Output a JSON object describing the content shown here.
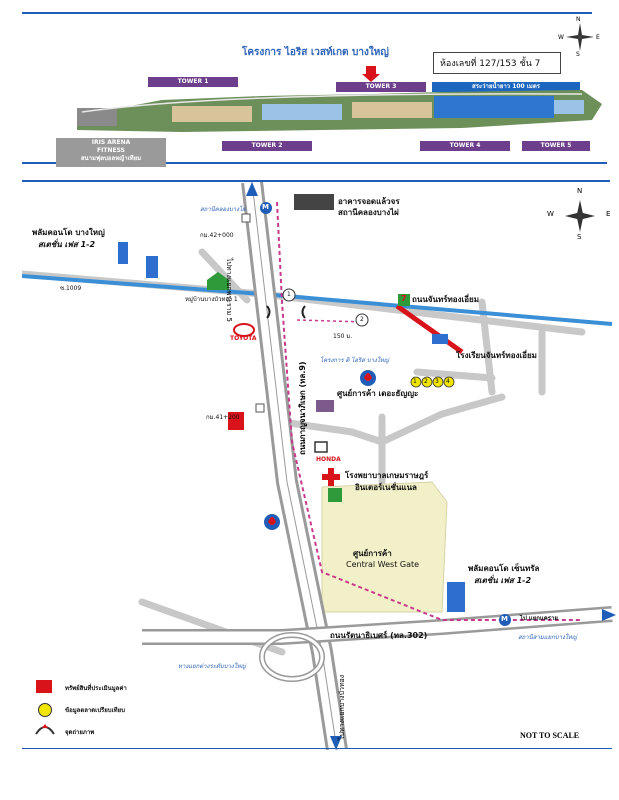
{
  "site_plan": {
    "title": "โครงการ ไอริส เวสท์เกต บางใหญ่",
    "unit_label": "ห้องเลขที่ 127/153 ชั้น 7",
    "towers": {
      "t1": "TOWER 1",
      "t2": "TOWER 2",
      "t3": "TOWER 3",
      "t4": "TOWER 4",
      "t5": "TOWER 5"
    },
    "arena": "IRIS ARENA",
    "fitness": "FITNESS",
    "playground": "สนามฟุตบอลหญ้าเทียม",
    "pool_label": "สระว่ายน้ำยาว 100 เมตร"
  },
  "compass": {
    "n": "N",
    "s": "S",
    "e": "E",
    "w": "W"
  },
  "map": {
    "road_left": "ถนนกาญจนาภิเษก (ทล.9)",
    "road_top_vertical": "ไปทางแยกพระราม 5",
    "road_bottom_vertical": "ไปทางแยกบางบัวทอง",
    "road_bottom": "ถนนรัตนาธิเบศร์ (ทล.302)",
    "road_right_arrow": "ไป แยกแคราย",
    "road_left_gate": "ทางแยกต่างระดับบางใหญ่",
    "road_chan": "ถนนจันทร์ทองเอี่ยม",
    "soi_left": "ซ.1009",
    "station_top": "สถานีคลองบางไผ่",
    "station_bottom": "สถานีสามแยกบางใหญ่",
    "depot_line1": "อาคารจอดแล้วจร",
    "depot_line2": "สถานีคลองบางไผ่",
    "km42": "กม.42+000",
    "km41": "กม.41+200",
    "village": "หมู่บ้านบางบัวทอง 1",
    "toyota": "TOYOTA",
    "honda": "HONDA",
    "distance": "150 ม.",
    "project_label": "โครงการ ดิ ไอริส บางใหญ่",
    "school": "โรงเรียนจันทร์ทองเอี่ยม",
    "market": "ศูนย์การค้า เดอะธัญญะ",
    "hospital_line1": "โรงพยาบาลเกษมราษฎร์",
    "hospital_line2": "อินเตอร์เนชั่นแนล",
    "central_line1": "ศูนย์การค้า",
    "central_line2": "Central West Gate",
    "plum_left_line1": "พลัมคอนโด บางใหญ่",
    "plum_left_line2": "สเตชั่น เฟส 1-2",
    "plum_right_line1": "พลัมคอนโด เซ็นทรัล",
    "plum_right_line2": "สเตชั่น เฟส 1-2",
    "circle1": "1",
    "circle2": "2",
    "circle3": "3",
    "circle4": "4",
    "route_circle1": "1",
    "route_circle2": "2",
    "metro": "M",
    "seven": "7"
  },
  "legend": {
    "red": "ทรัพย์สินที่ประเมินมูลค่า",
    "yellow": "ข้อมูลตลาดเปรียบเทียบ",
    "photo": "จุดถ่ายภาพ"
  },
  "scale_note": "NOT TO SCALE",
  "colors": {
    "road_blue": "#3a8fd6",
    "purple_tower": "#6c3e8c",
    "subject_red": "#d8141a",
    "compare_yellow": "#f2e600",
    "central_fill": "#f2f0c8",
    "route_pink": "#c83a8c"
  }
}
